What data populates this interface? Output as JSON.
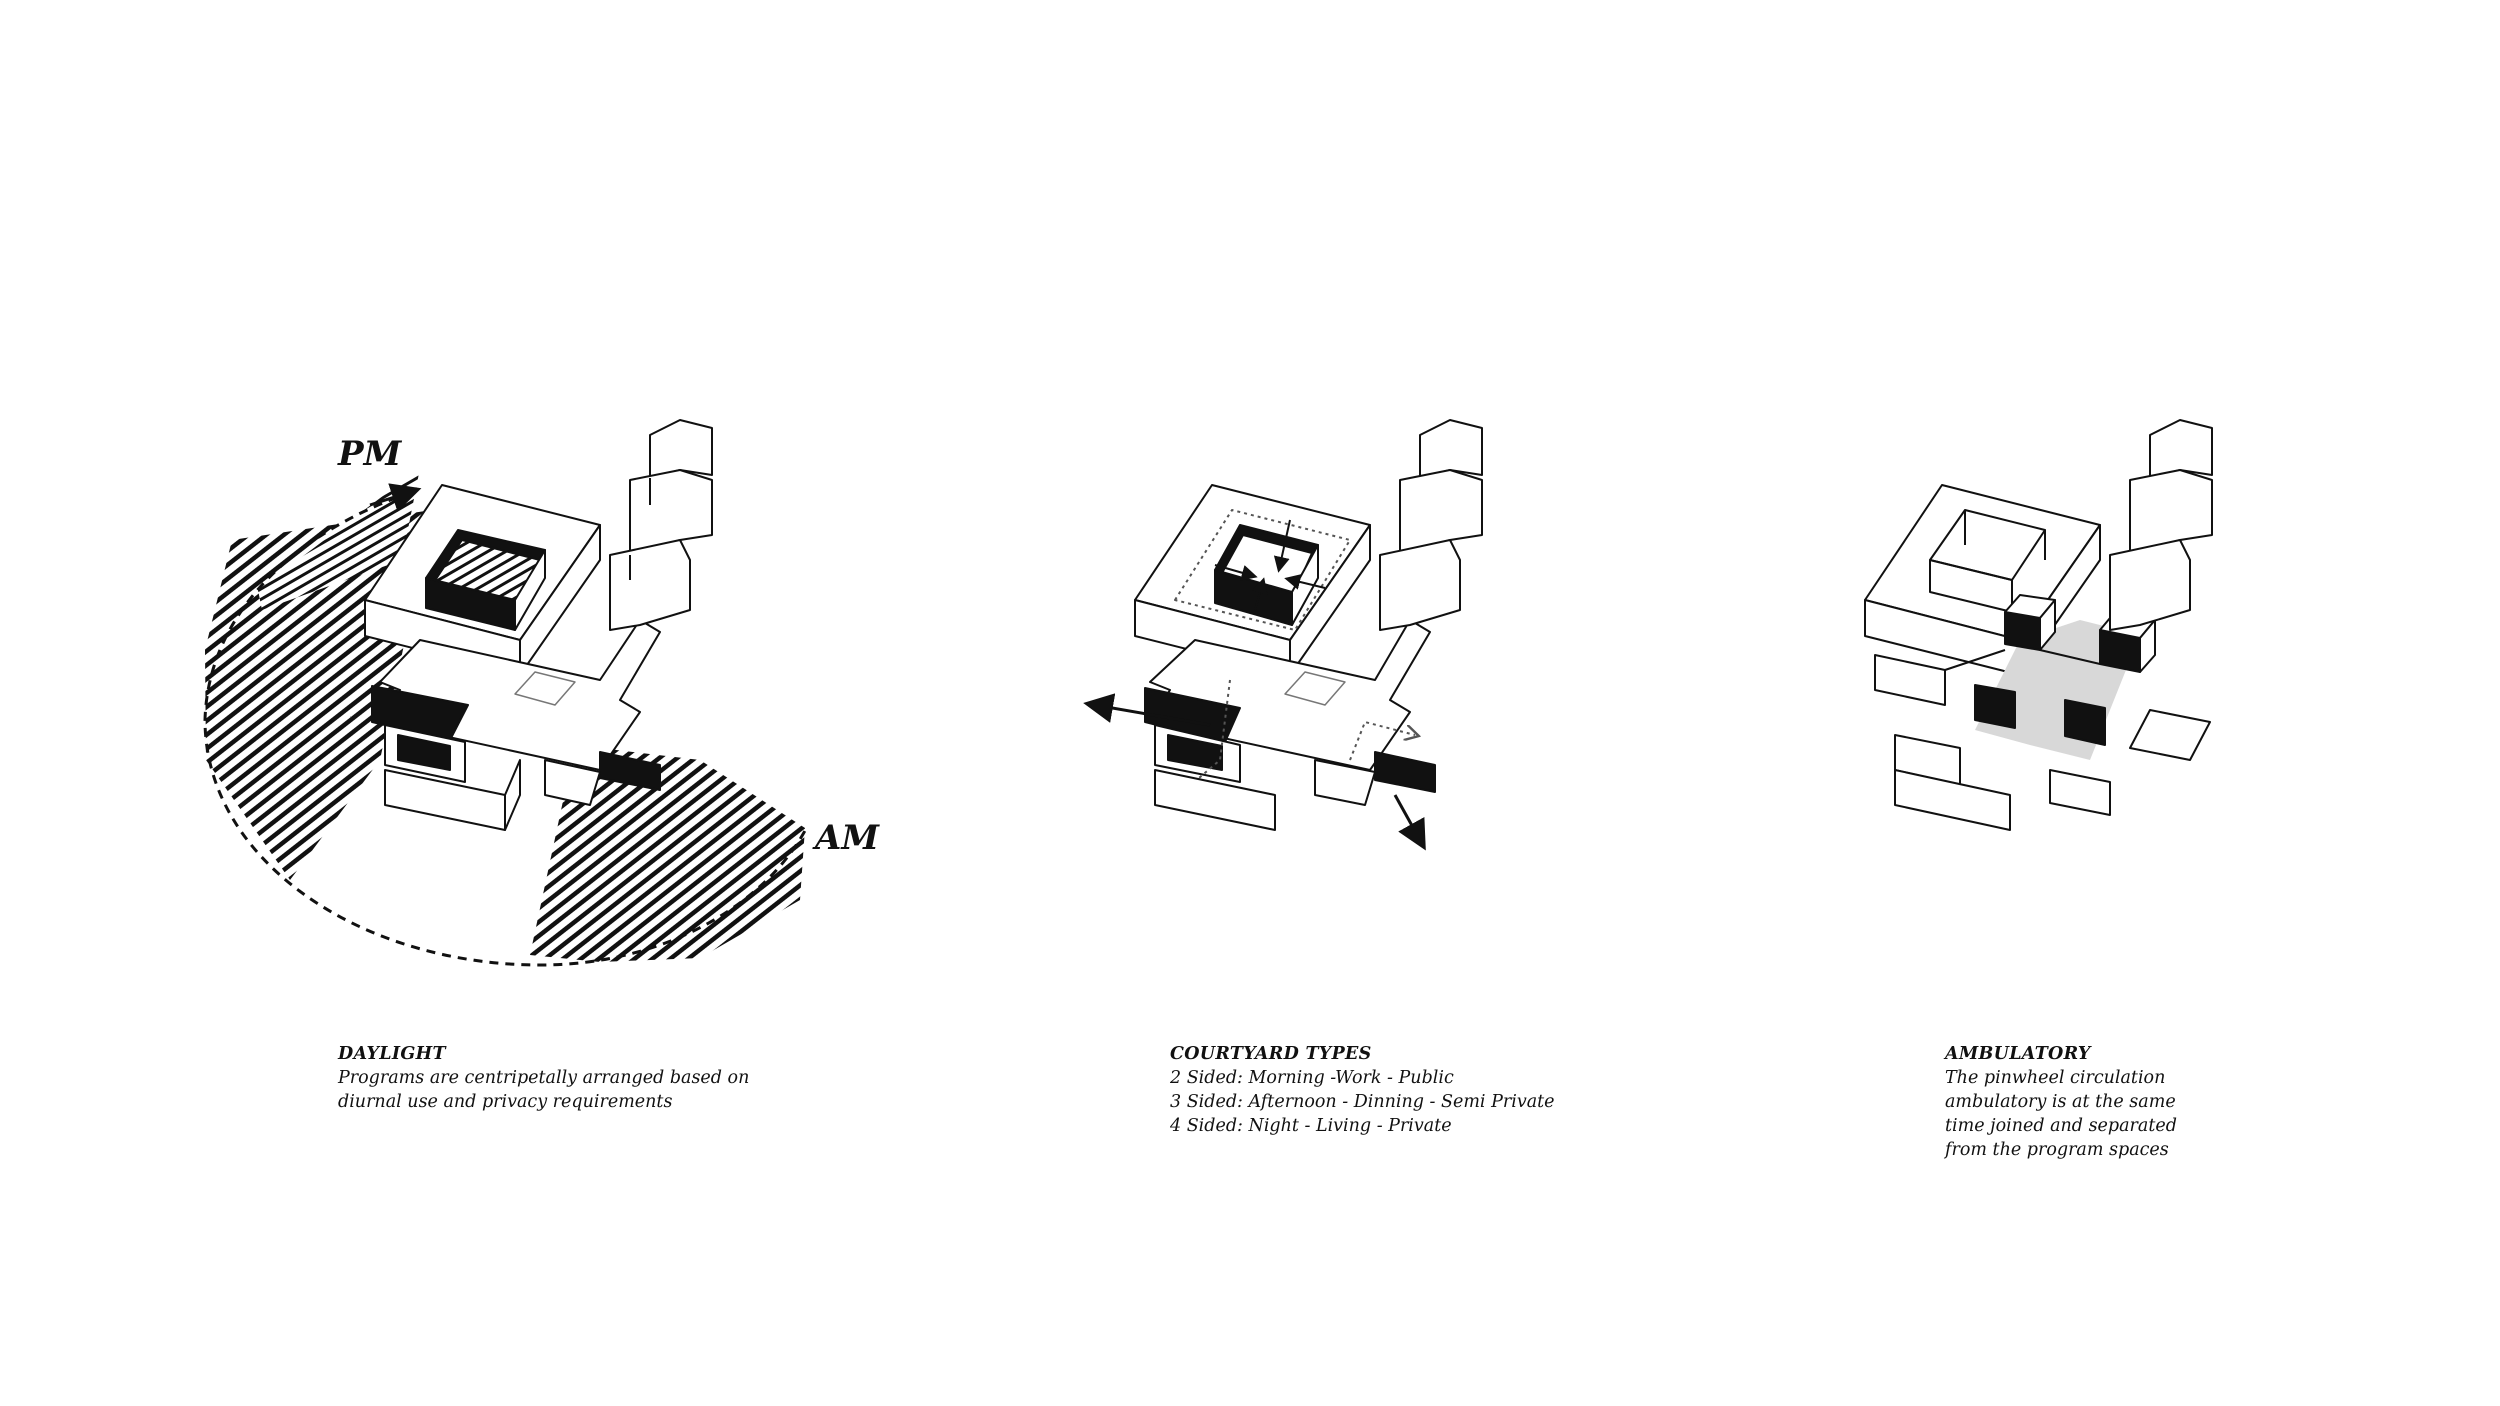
{
  "labels": {
    "pm": "PM",
    "am": "AM"
  },
  "panels": [
    {
      "title": "DAYLIGHT",
      "lines": [
        "Programs are centripetally arranged based on",
        "diurnal use and privacy requirements"
      ]
    },
    {
      "title": "COURTYARD TYPES",
      "lines": [
        "2 Sided: Morning -Work - Public",
        "3 Sided: Afternoon - Dinning - Semi Private",
        "4 Sided: Night - Living - Private"
      ]
    },
    {
      "title": "AMBULATORY",
      "lines": [
        "The pinwheel circulation",
        "ambulatory is at the same",
        "time joined and separated",
        "from the program spaces"
      ]
    }
  ]
}
